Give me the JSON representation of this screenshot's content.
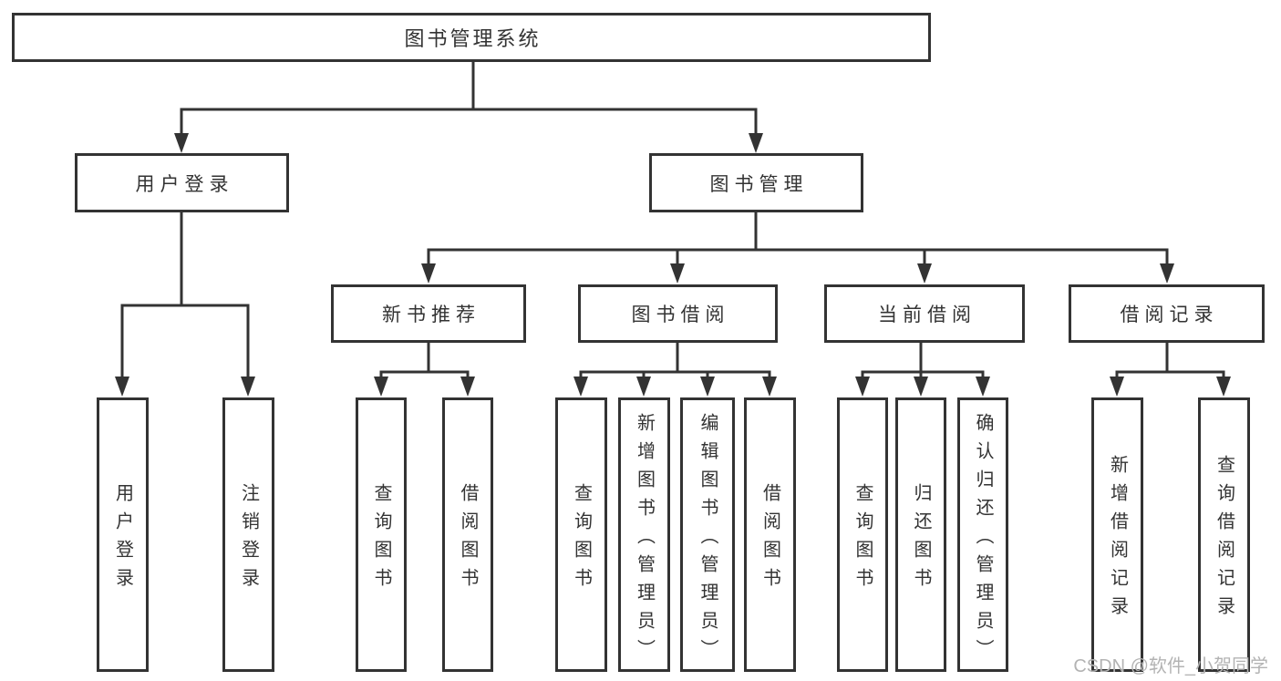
{
  "diagram": {
    "root": {
      "label": "图书管理系统"
    },
    "branches": [
      {
        "label": "用户登录",
        "children": [
          {
            "label": "用户登录"
          },
          {
            "label": "注销登录"
          }
        ]
      },
      {
        "label": "图书管理",
        "children": [
          {
            "label": "新书推荐",
            "children": [
              {
                "label": "查询图书"
              },
              {
                "label": "借阅图书"
              }
            ]
          },
          {
            "label": "图书借阅",
            "children": [
              {
                "label": "查询图书"
              },
              {
                "label": "新增图书（管理员）"
              },
              {
                "label": "编辑图书（管理员）"
              },
              {
                "label": "借阅图书"
              }
            ]
          },
          {
            "label": "当前借阅",
            "children": [
              {
                "label": "查询图书"
              },
              {
                "label": "归还图书"
              },
              {
                "label": "确认归还（管理员）"
              }
            ]
          },
          {
            "label": "借阅记录",
            "children": [
              {
                "label": "新增借阅记录"
              },
              {
                "label": "查询借阅记录"
              }
            ]
          }
        ]
      }
    ]
  },
  "watermark": {
    "text": "CSDN @软件_小贺同学"
  },
  "colors": {
    "line": "#333333",
    "text": "#333333",
    "box_bg": "#ffffff",
    "background": "#ffffff",
    "watermark": "#b3b3b3"
  }
}
